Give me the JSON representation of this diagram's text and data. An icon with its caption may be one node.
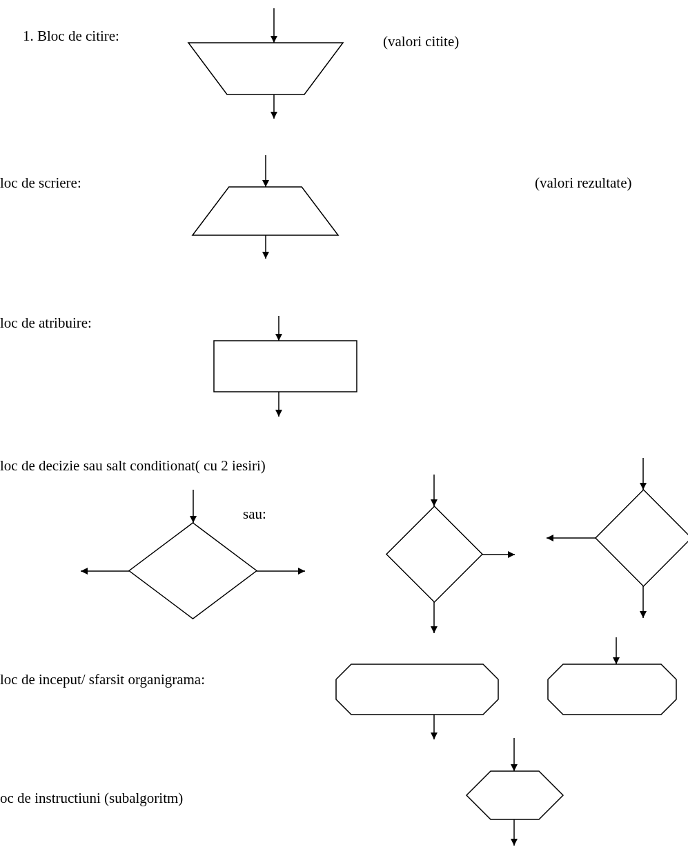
{
  "diagram": {
    "nodes": [
      {
        "text": [],
        "shape": "trapezoid"
      },
      {
        "text": [],
        "shape": "trapezoid"
      },
      {
        "text": [],
        "shape": "box"
      },
      {
        "text": [],
        "shape": "diamond"
      },
      {
        "text": [],
        "shape": "diamond"
      },
      {
        "text": [],
        "shape": "diamond"
      },
      {
        "text": [],
        "shape": "octagon"
      },
      {
        "text": [],
        "shape": "octagon"
      },
      {
        "text": [],
        "shape": "hexagon"
      }
    ],
    "edges": [
      {
        "from": null,
        "to": 0,
        "arrow": "to"
      },
      {
        "from": 0,
        "to": null,
        "arrow": "to"
      },
      {
        "from": null,
        "to": 1,
        "arrow": "to"
      },
      {
        "from": 1,
        "to": null,
        "arrow": "to"
      },
      {
        "from": null,
        "to": 2,
        "arrow": "to"
      },
      {
        "from": 2,
        "to": null,
        "arrow": "to"
      },
      {
        "from": null,
        "to": 3,
        "arrow": "to"
      },
      {
        "from": 3,
        "to": null,
        "arrow": "to"
      },
      {
        "from": 3,
        "to": null,
        "arrow": "to"
      },
      {
        "from": null,
        "to": 4,
        "arrow": "to"
      },
      {
        "from": 4,
        "to": null,
        "arrow": "to"
      },
      {
        "from": 4,
        "to": null,
        "arrow": "to"
      },
      {
        "from": null,
        "to": 5,
        "arrow": "to"
      },
      {
        "from": 5,
        "to": null,
        "arrow": "to"
      },
      {
        "from": 5,
        "to": null,
        "arrow": "to"
      },
      {
        "from": 6,
        "to": null,
        "arrow": "to"
      },
      {
        "from": null,
        "to": 7,
        "arrow": "to"
      },
      {
        "from": null,
        "to": 8,
        "arrow": "to"
      },
      {
        "from": 8,
        "to": null,
        "arrow": "to"
      }
    ],
    "labels": [
      "1. Bloc de citire:",
      "(valori citite)",
      "loc de scriere:",
      "(valori rezultate)",
      "loc de atribuire:",
      "loc de decizie sau salt conditionat( cu 2 iesiri)",
      "sau:",
      "loc de inceput/ sfarsit organigrama:",
      "oc de instructiuni (subalgoritm)"
    ]
  }
}
